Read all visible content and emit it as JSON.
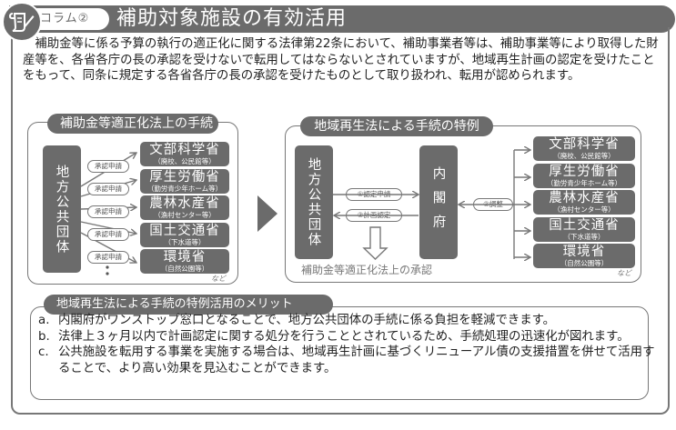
{
  "header": {
    "icon": "note-pen-icon",
    "column_label": "コラム②",
    "title": "補助対象施設の有効活用"
  },
  "intro": "補助金等に係る予算の執行の適正化に関する法律第22条において、補助事業者等は、補助事業等により取得した財産等を、各省各庁の長の承認を受けないで転用してはならないとされていますが、地域再生計画の認定を受けたことをもって、同条に規定する各省各庁の長の承認を受けたものとして取り扱われ、転用が認められます。",
  "left_panel": {
    "title": "補助金等適正化法上の手続",
    "entity": "地方公共団体",
    "request_label": "承認申請",
    "ministries": [
      {
        "name": "文部科学省",
        "sub": "（廃校、公民館等）"
      },
      {
        "name": "厚生労働省",
        "sub": "（勤労青少年ホーム等）"
      },
      {
        "name": "農林水産省",
        "sub": "（漁村センター等）"
      },
      {
        "name": "国土交通省",
        "sub": "（下水道等）"
      },
      {
        "name": "環境省",
        "sub": "（自然公園等）"
      }
    ],
    "etc": "など",
    "ellipsis": "⋮"
  },
  "right_panel": {
    "title": "地域再生法による手続の特例",
    "entity": "地方公共団体",
    "cabinet": "内閣府",
    "step1": "①認定申請",
    "step2": "②調整",
    "step3": "③計画認定",
    "approval_note": "補助金等適正化法上の承認",
    "ministries": [
      {
        "name": "文部科学省",
        "sub": "（廃校、公民館等）"
      },
      {
        "name": "厚生労働省",
        "sub": "（勤労青少年ホーム等）"
      },
      {
        "name": "農林水産省",
        "sub": "（漁村センター等）"
      },
      {
        "name": "国土交通省",
        "sub": "（下水道等）"
      },
      {
        "name": "環境省",
        "sub": "（自然公園等）"
      }
    ],
    "etc": "など"
  },
  "merits": {
    "title": "地域再生法による手続の特例活用のメリット",
    "items": [
      {
        "marker": "a.",
        "text": "内閣府がワンストップ窓口となることで、地方公共団体の手続に係る負担を軽減できます。"
      },
      {
        "marker": "b.",
        "text": "法律上３ヶ月以内で計画認定に関する処分を行うこととされているため、手続処理の迅速化が図れます。"
      },
      {
        "marker": "c.",
        "text": "公共施設を転用する事業を実施する場合は、地域再生計画に基づくリニューアル債の支援措置を併せて活用することで、より高い効果を見込むことができます。"
      }
    ]
  },
  "colors": {
    "dark_gray": "#6b6b6b",
    "border_gray": "#777777"
  }
}
